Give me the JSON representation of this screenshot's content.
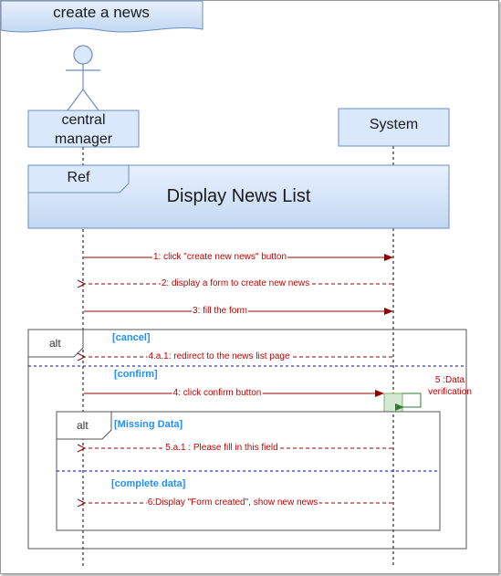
{
  "diagram": {
    "title": "create a news",
    "actor": {
      "label_line1": "central",
      "label_line2": "manager"
    },
    "system": {
      "label": "System"
    },
    "ref": {
      "tag": "Ref",
      "title": "Display News List"
    },
    "messages": [
      "1: click \"create new news\" button",
      "2: display a form to create new news",
      "3: fill the form",
      "4.a.1: redirect to the news list page",
      "4: click confirm button",
      "5.a.1 : Please fill in this field",
      "6:Display \"Form created\", show new news"
    ],
    "self_message": {
      "line1": "5 :Data",
      "line2": "verification"
    },
    "outer_alt": {
      "tag": "alt",
      "guard1": "[cancel]",
      "guard2": "[confirm]"
    },
    "inner_alt": {
      "tag": "alt",
      "guard1": "[Missing Data]",
      "guard2": "[complete data]"
    }
  },
  "colors": {
    "lifeline_box_fill": "#dae8fc",
    "lifeline_box_stroke": "#6c8ebf",
    "message": "#990000",
    "message_label": "#c00000",
    "guard": "#1e90ff",
    "divider": "#0000cc",
    "activation_fill": "#d5e8d4",
    "activation_stroke": "#82b366"
  }
}
